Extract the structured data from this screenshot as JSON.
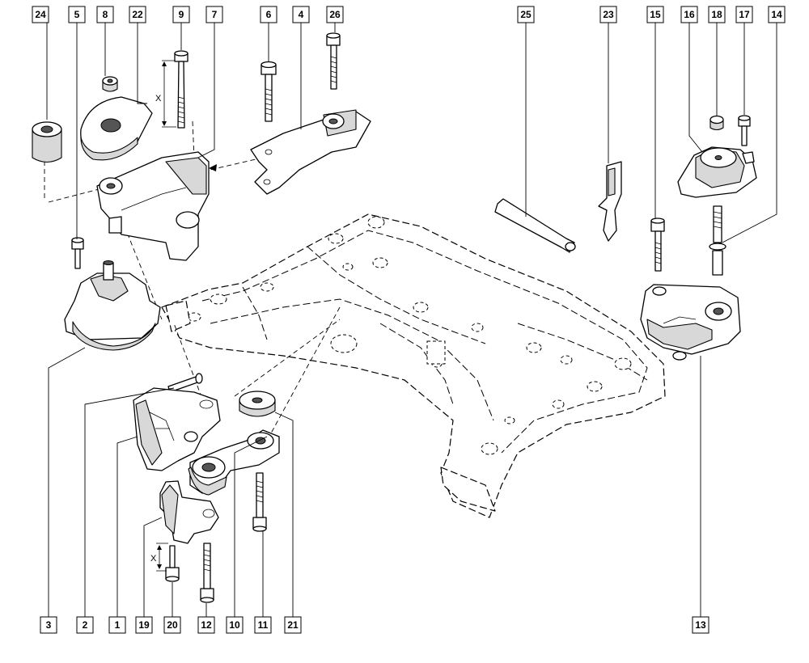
{
  "callouts_top": [
    "24",
    "5",
    "8",
    "22",
    "9",
    "7",
    "6",
    "4",
    "26",
    "25",
    "23",
    "15",
    "16",
    "18",
    "17",
    "14"
  ],
  "callouts_bottom": [
    "3",
    "2",
    "1",
    "19",
    "20",
    "12",
    "10",
    "11",
    "21",
    "13"
  ],
  "dimension_labels": [
    "X",
    "X"
  ]
}
